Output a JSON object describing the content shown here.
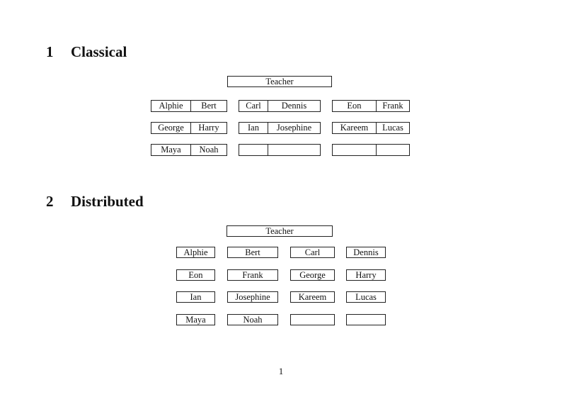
{
  "classical": {
    "number": "1",
    "title": "Classical",
    "teacher": "Teacher",
    "rows": [
      [
        [
          "Alphie",
          "Bert"
        ],
        [
          "Carl",
          "Dennis"
        ],
        [
          "Eon",
          "Frank"
        ]
      ],
      [
        [
          "George",
          "Harry"
        ],
        [
          "Ian",
          "Josephine"
        ],
        [
          "Kareem",
          "Lucas"
        ]
      ],
      [
        [
          "Maya",
          "Noah"
        ],
        [
          "",
          ""
        ],
        [
          "",
          ""
        ]
      ]
    ]
  },
  "distributed": {
    "number": "2",
    "title": "Distributed",
    "teacher": "Teacher",
    "rows": [
      [
        "Alphie",
        "Bert",
        "Carl",
        "Dennis"
      ],
      [
        "Eon",
        "Frank",
        "George",
        "Harry"
      ],
      [
        "Ian",
        "Josephine",
        "Kareem",
        "Lucas"
      ],
      [
        "Maya",
        "Noah",
        "",
        ""
      ]
    ]
  },
  "page": {
    "number": "1"
  },
  "colors": {
    "text": "#111111",
    "border": "#222222",
    "background": "#ffffff"
  }
}
